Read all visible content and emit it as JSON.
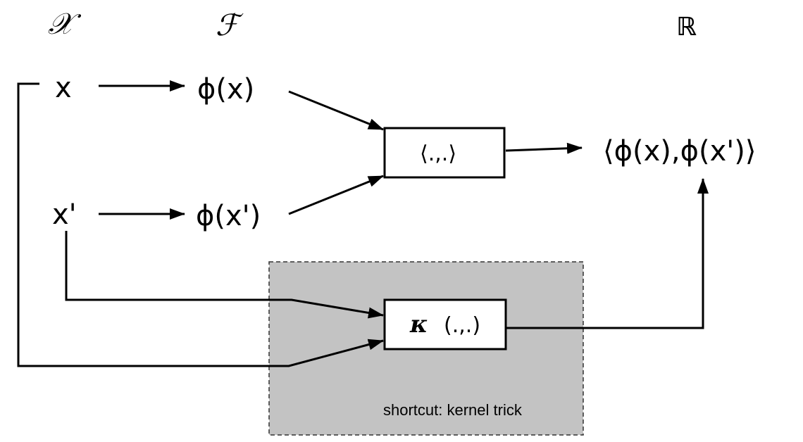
{
  "spaces": {
    "input": "𝒳",
    "feature": "ℱ",
    "reals": "ℝ"
  },
  "nodes": {
    "x": "x",
    "x_prime": "x'",
    "phi_x": "ϕ(x)",
    "phi_x_prime": "ϕ(x')",
    "inner_product_result": "⟨ϕ(x),ϕ(x')⟩"
  },
  "boxes": {
    "inner_product": "⟨.,.⟩",
    "kernel_symbol": "κ",
    "kernel_args": "(.,.)"
  },
  "shortcut_caption": "shortcut: kernel trick"
}
